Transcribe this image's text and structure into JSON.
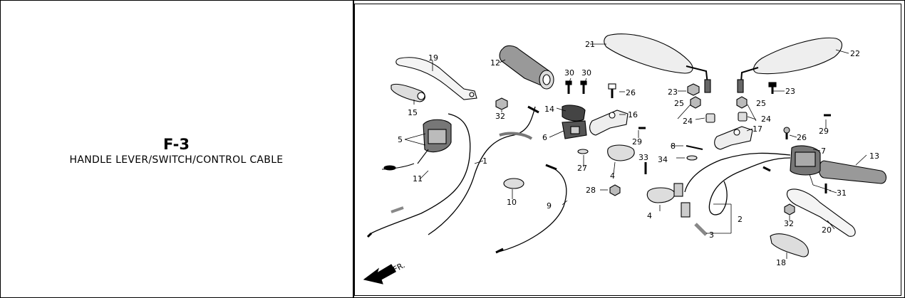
{
  "figure": {
    "code": "F-3",
    "title": "HANDLE LEVER/SWITCH/CONTROL CABLE"
  },
  "diagram": {
    "direction_label": "FR.",
    "callouts": [
      "1",
      "2",
      "3",
      "4",
      "4",
      "5",
      "6",
      "7",
      "8",
      "9",
      "10",
      "11",
      "12",
      "13",
      "14",
      "15",
      "16",
      "17",
      "18",
      "19",
      "20",
      "21",
      "22",
      "23",
      "23",
      "24",
      "24",
      "25",
      "25",
      "26",
      "26",
      "27",
      "28",
      "29",
      "29",
      "30",
      "30",
      "31",
      "32",
      "32",
      "33",
      "34"
    ]
  }
}
